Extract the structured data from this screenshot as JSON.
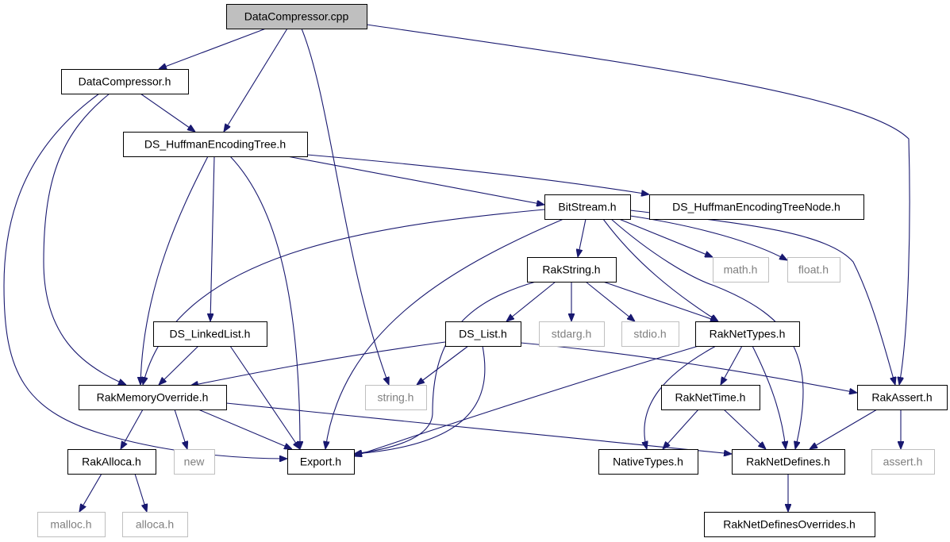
{
  "colors": {
    "edge": "#191970",
    "root_fill": "#bfbfbf",
    "system_border": "#bfbfbf",
    "system_text": "#7f7f7f"
  },
  "nodes": {
    "datacompressor_cpp": {
      "label": "DataCompressor.cpp",
      "kind": "root"
    },
    "datacompressor_h": {
      "label": "DataCompressor.h",
      "kind": "normal"
    },
    "ds_huffman_tree_h": {
      "label": "DS_HuffmanEncodingTree.h",
      "kind": "normal"
    },
    "bitstream_h": {
      "label": "BitStream.h",
      "kind": "normal"
    },
    "ds_huffman_node_h": {
      "label": "DS_HuffmanEncodingTreeNode.h",
      "kind": "normal"
    },
    "math_h": {
      "label": "math.h",
      "kind": "system"
    },
    "float_h": {
      "label": "float.h",
      "kind": "system"
    },
    "rakstring_h": {
      "label": "RakString.h",
      "kind": "normal"
    },
    "ds_linkedlist_h": {
      "label": "DS_LinkedList.h",
      "kind": "normal"
    },
    "ds_list_h": {
      "label": "DS_List.h",
      "kind": "normal"
    },
    "stdarg_h": {
      "label": "stdarg.h",
      "kind": "system"
    },
    "stdio_h": {
      "label": "stdio.h",
      "kind": "system"
    },
    "raknettypes_h": {
      "label": "RakNetTypes.h",
      "kind": "normal"
    },
    "rakmemoryoverride_h": {
      "label": "RakMemoryOverride.h",
      "kind": "normal"
    },
    "string_h": {
      "label": "string.h",
      "kind": "system"
    },
    "raknettime_h": {
      "label": "RakNetTime.h",
      "kind": "normal"
    },
    "rakassert_h": {
      "label": "RakAssert.h",
      "kind": "normal"
    },
    "rakalloca_h": {
      "label": "RakAlloca.h",
      "kind": "normal"
    },
    "new": {
      "label": "new",
      "kind": "system"
    },
    "export_h": {
      "label": "Export.h",
      "kind": "normal"
    },
    "nativetypes_h": {
      "label": "NativeTypes.h",
      "kind": "normal"
    },
    "raknetdefines_h": {
      "label": "RakNetDefines.h",
      "kind": "normal"
    },
    "assert_h": {
      "label": "assert.h",
      "kind": "system"
    },
    "malloc_h": {
      "label": "malloc.h",
      "kind": "system"
    },
    "alloca_h": {
      "label": "alloca.h",
      "kind": "system"
    },
    "raknetdefinesoverrides_h": {
      "label": "RakNetDefinesOverrides.h",
      "kind": "normal"
    }
  },
  "edges": [
    [
      "datacompressor_cpp",
      "datacompressor_h"
    ],
    [
      "datacompressor_cpp",
      "ds_huffman_tree_h"
    ],
    [
      "datacompressor_cpp",
      "string_h"
    ],
    [
      "datacompressor_cpp",
      "rakassert_h"
    ],
    [
      "datacompressor_h",
      "ds_huffman_tree_h"
    ],
    [
      "datacompressor_h",
      "rakmemoryoverride_h"
    ],
    [
      "datacompressor_h",
      "export_h"
    ],
    [
      "ds_huffman_tree_h",
      "bitstream_h"
    ],
    [
      "ds_huffman_tree_h",
      "ds_huffman_node_h"
    ],
    [
      "ds_huffman_tree_h",
      "ds_linkedlist_h"
    ],
    [
      "ds_huffman_tree_h",
      "rakmemoryoverride_h"
    ],
    [
      "ds_huffman_tree_h",
      "export_h"
    ],
    [
      "bitstream_h",
      "rakstring_h"
    ],
    [
      "bitstream_h",
      "math_h"
    ],
    [
      "bitstream_h",
      "float_h"
    ],
    [
      "bitstream_h",
      "raknettypes_h"
    ],
    [
      "bitstream_h",
      "rakassert_h"
    ],
    [
      "bitstream_h",
      "raknetdefines_h"
    ],
    [
      "bitstream_h",
      "rakmemoryoverride_h"
    ],
    [
      "bitstream_h",
      "export_h"
    ],
    [
      "rakstring_h",
      "ds_list_h"
    ],
    [
      "rakstring_h",
      "stdarg_h"
    ],
    [
      "rakstring_h",
      "stdio_h"
    ],
    [
      "rakstring_h",
      "raknettypes_h"
    ],
    [
      "rakstring_h",
      "export_h"
    ],
    [
      "ds_linkedlist_h",
      "rakmemoryoverride_h"
    ],
    [
      "ds_linkedlist_h",
      "export_h"
    ],
    [
      "ds_list_h",
      "rakmemoryoverride_h"
    ],
    [
      "ds_list_h",
      "string_h"
    ],
    [
      "ds_list_h",
      "export_h"
    ],
    [
      "ds_list_h",
      "rakassert_h"
    ],
    [
      "raknettypes_h",
      "raknettime_h"
    ],
    [
      "raknettypes_h",
      "nativetypes_h"
    ],
    [
      "raknettypes_h",
      "raknetdefines_h"
    ],
    [
      "raknettypes_h",
      "export_h"
    ],
    [
      "rakmemoryoverride_h",
      "rakalloca_h"
    ],
    [
      "rakmemoryoverride_h",
      "new"
    ],
    [
      "rakmemoryoverride_h",
      "export_h"
    ],
    [
      "rakmemoryoverride_h",
      "raknetdefines_h"
    ],
    [
      "raknettime_h",
      "nativetypes_h"
    ],
    [
      "raknettime_h",
      "raknetdefines_h"
    ],
    [
      "rakassert_h",
      "assert_h"
    ],
    [
      "rakassert_h",
      "raknetdefines_h"
    ],
    [
      "rakalloca_h",
      "malloc_h"
    ],
    [
      "rakalloca_h",
      "alloca_h"
    ],
    [
      "raknetdefines_h",
      "raknetdefinesoverrides_h"
    ]
  ]
}
